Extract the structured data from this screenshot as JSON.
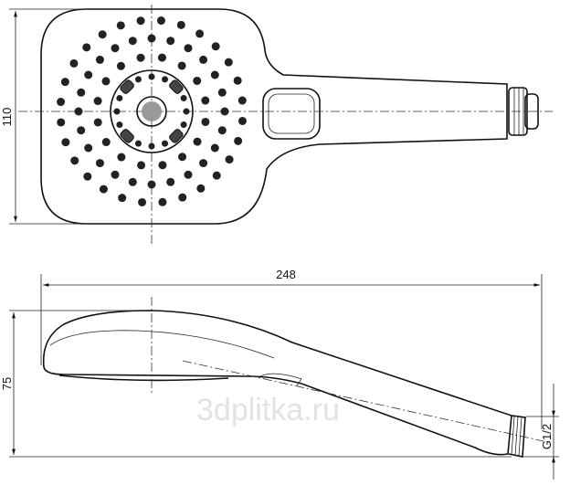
{
  "dimensions": {
    "head_height": "110",
    "overall_length": "248",
    "side_height": "75",
    "thread": "G1/2"
  },
  "watermark": "3dplitka.ru"
}
